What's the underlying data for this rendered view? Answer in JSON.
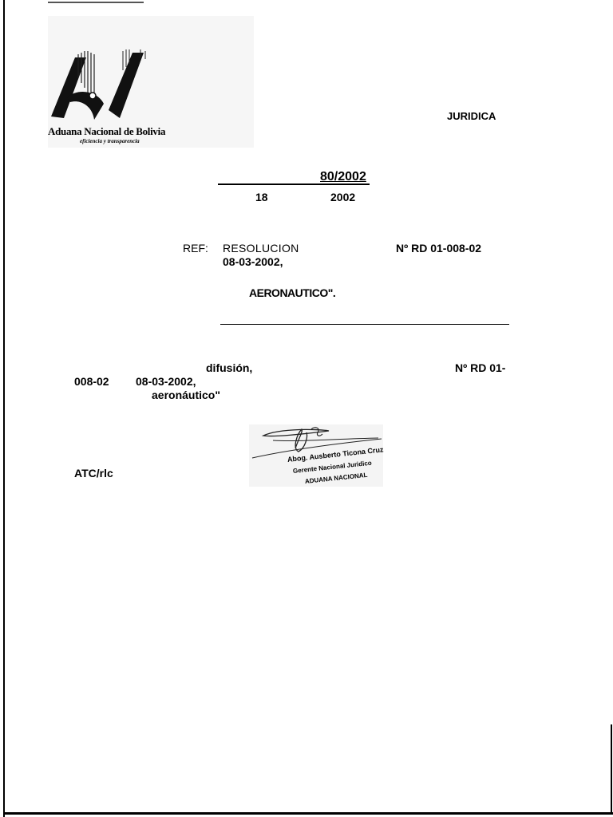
{
  "header": {
    "logo": {
      "name": "Aduana Nacional de Bolivia",
      "tagline": "eficiencia y transparencia"
    },
    "department": "JURIDICA"
  },
  "doc_number": "80/2002",
  "date_fragment": {
    "day": "18",
    "year": "2002"
  },
  "reference": {
    "label": "REF:",
    "line1": "RESOLUCION",
    "resolution_no": "Nº RD 01-008-02",
    "line2": "08-03-2002,",
    "line3": "AERONAUTICO\"."
  },
  "body": {
    "word1": "difusión,",
    "num_start": "Nº RD 01-",
    "num_end": "008-02",
    "date": "08-03-2002,",
    "word2": "aeronáutico\""
  },
  "signature": {
    "name": "Abog. Ausberto Ticona Cruz",
    "title": "Gerente Nacional Juridico",
    "org": "ADUANA NACIONAL"
  },
  "initials": "ATC/rlc"
}
